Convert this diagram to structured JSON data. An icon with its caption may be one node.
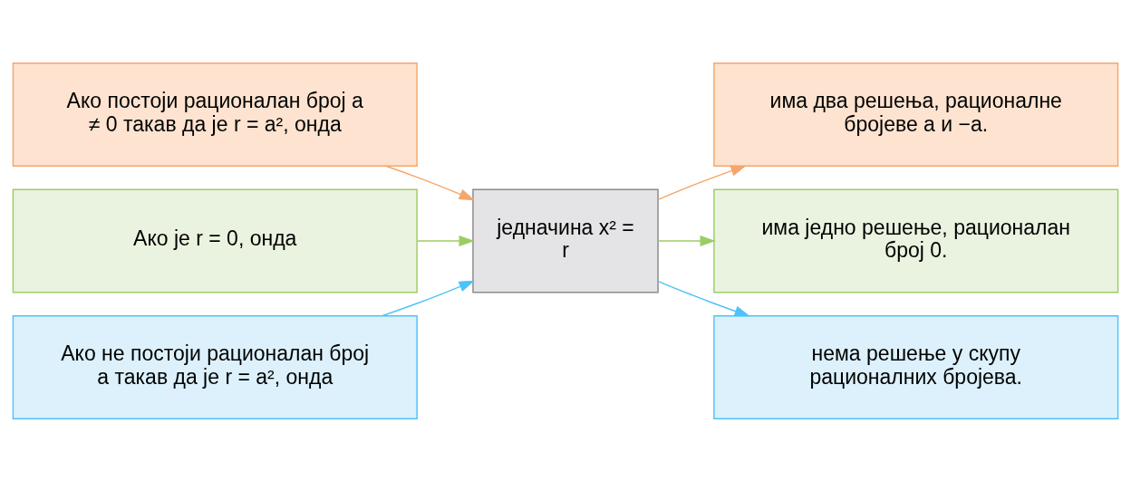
{
  "diagram": {
    "nodes": [
      {
        "text": [
          "Ако постоји рационалан број a ≠ 0 такав да је r = a², онда"
        ]
      },
      {
        "text": [
          "Ако је r = 0, онда"
        ]
      },
      {
        "text": [
          "Ако не постоји рационалан број a такав да је r = a², онда"
        ]
      },
      {
        "text": [
          "једначина x² = r"
        ]
      },
      {
        "text": [
          "има два решења, рационалне бројеве a и −a."
        ]
      },
      {
        "text": [
          "има једно решење, рационалан број 0."
        ]
      },
      {
        "text": [
          "нема решење у скупу рационалних бројева."
        ]
      }
    ],
    "edges": [
      {
        "from": 0,
        "to": 3,
        "arrow": "to",
        "color": "#f5a66a"
      },
      {
        "from": 1,
        "to": 3,
        "arrow": "to",
        "color": "#9ccc65"
      },
      {
        "from": 2,
        "to": 3,
        "arrow": "to",
        "color": "#4fc3f7"
      },
      {
        "from": 3,
        "to": 4,
        "arrow": "to",
        "color": "#f5a66a"
      },
      {
        "from": 3,
        "to": 5,
        "arrow": "to",
        "color": "#9ccc65"
      },
      {
        "from": 3,
        "to": 6,
        "arrow": "to",
        "color": "#4fc3f7"
      }
    ]
  }
}
